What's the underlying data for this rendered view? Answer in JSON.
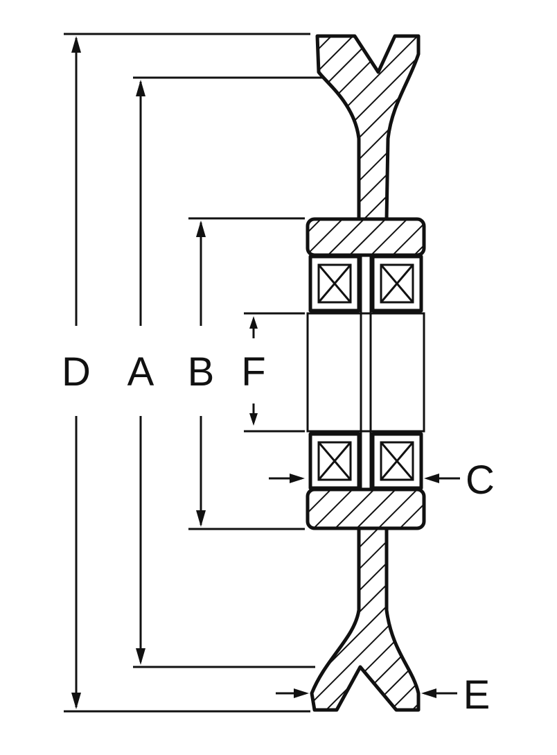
{
  "figure": {
    "subject": "pulley-cross-section",
    "ink_color": "#111111",
    "background_color": "#ffffff",
    "hatch": true
  },
  "labels": {
    "d": "D",
    "a": "A",
    "b": "B",
    "f": "F",
    "c": "C",
    "e": "E"
  }
}
